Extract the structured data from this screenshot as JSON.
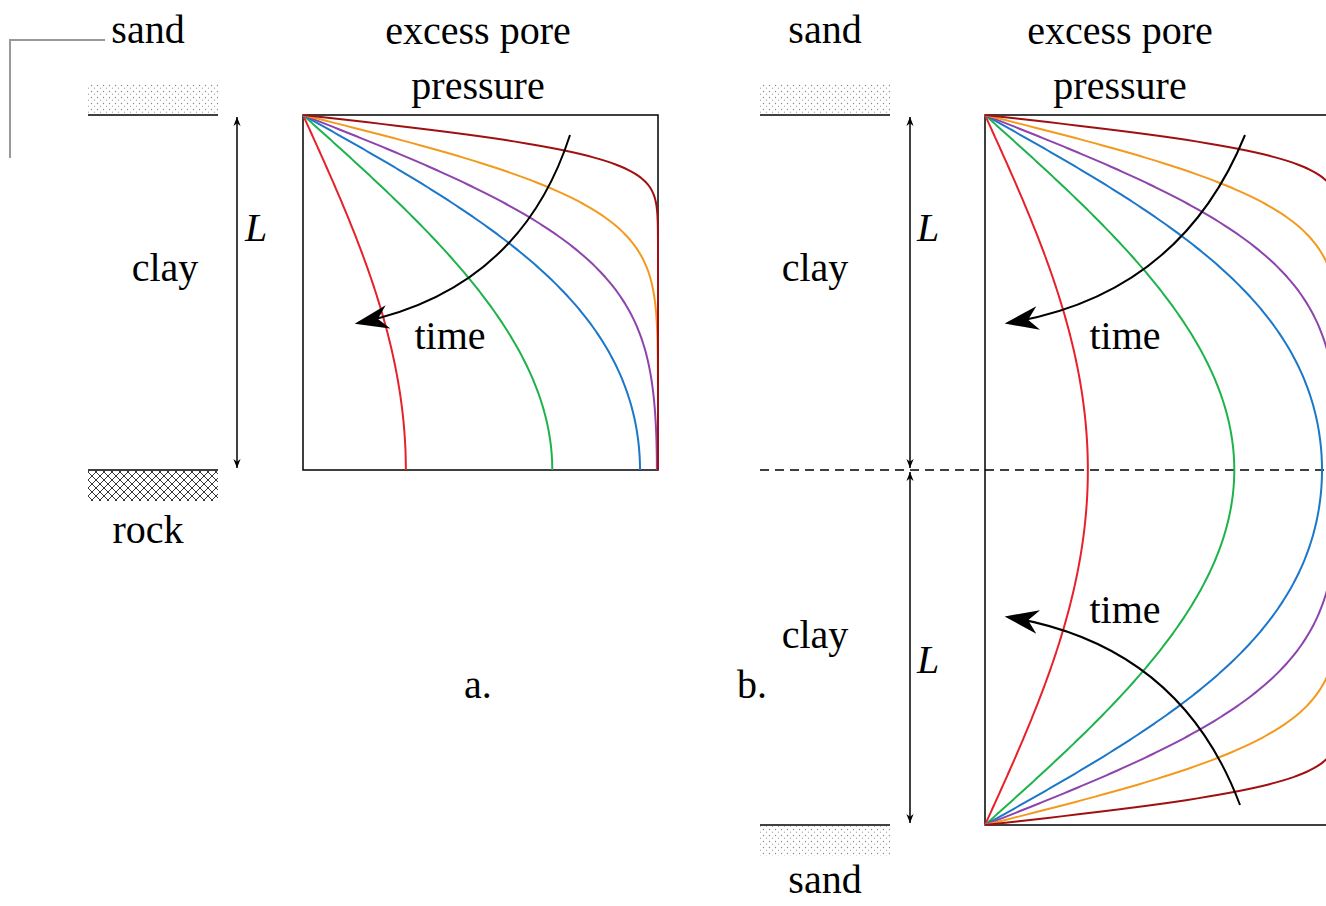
{
  "diagram": {
    "labels": [
      "sand",
      "excess pore pressure",
      "sand",
      "excess pore pressure",
      "L",
      "clay",
      "time",
      "clay",
      "time",
      "L",
      "time",
      "rock",
      "L",
      "clay",
      "a.",
      "b.",
      "sand"
    ]
  }
}
